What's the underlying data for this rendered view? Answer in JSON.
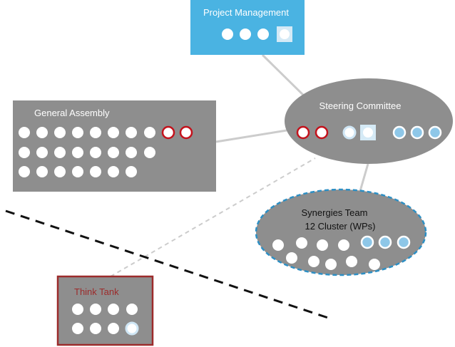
{
  "project_management": {
    "title": "Project Management"
  },
  "steering_committee": {
    "title": "Steering Committee"
  },
  "general_assembly": {
    "title": "General Assembly"
  },
  "synergies_team": {
    "title": "Synergies Team",
    "subtitle": "12 Cluster (WPs)"
  },
  "think_tank": {
    "title": "Think Tank"
  },
  "colors": {
    "project_management_fill": "#4ab3e2",
    "gray_fill": "#8e8e8e",
    "think_tank_border": "#9c2b2b",
    "red_member": "#c3121c",
    "blue_member": "#8ec7e8",
    "dashed_border": "#2d8fc4"
  }
}
